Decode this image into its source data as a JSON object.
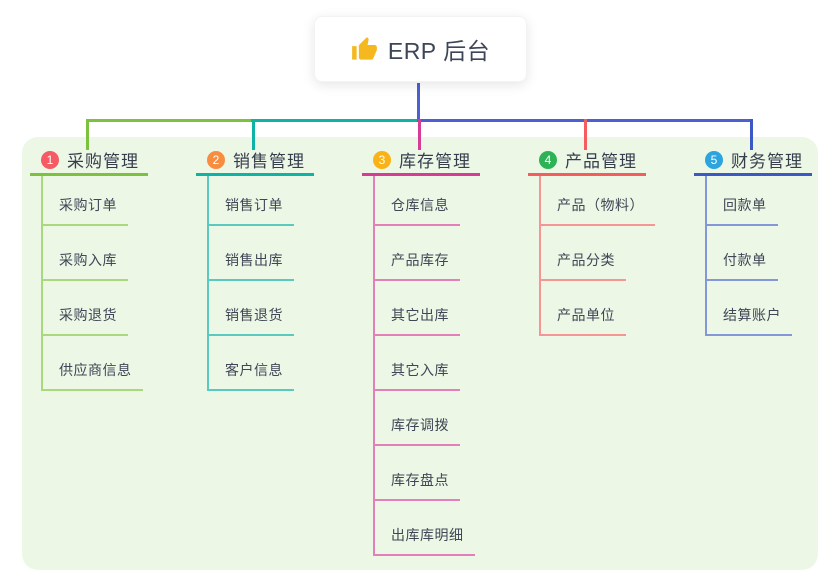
{
  "root": {
    "title": "ERP 后台",
    "icon": "thumbs-up",
    "icon_color": "#f5b81e",
    "connector_color": "#4c5fd3"
  },
  "panel_background": "#ecf7e6",
  "branches": [
    {
      "num": "1",
      "label": "采购管理",
      "badge_color": "#f65b63",
      "line_color": "#7cc23e",
      "child_line_color": "#a9d87f",
      "children": [
        "采购订单",
        "采购入库",
        "采购退货",
        "供应商信息"
      ]
    },
    {
      "num": "2",
      "label": "销售管理",
      "badge_color": "#f88d40",
      "line_color": "#0eb3a6",
      "child_line_color": "#5ac9bf",
      "children": [
        "销售订单",
        "销售出库",
        "销售退货",
        "客户信息"
      ]
    },
    {
      "num": "3",
      "label": "库存管理",
      "badge_color": "#fbb216",
      "line_color": "#d63b95",
      "child_line_color": "#e380ba",
      "children": [
        "仓库信息",
        "产品库存",
        "其它出库",
        "其它入库",
        "库存调拨",
        "库存盘点",
        "出库库明细"
      ]
    },
    {
      "num": "4",
      "label": "产品管理",
      "badge_color": "#2db355",
      "line_color": "#f45c5e",
      "child_line_color": "#f79595",
      "children": [
        "产品（物料）",
        "产品分类",
        "产品单位"
      ]
    },
    {
      "num": "5",
      "label": "财务管理",
      "badge_color": "#2ba4e0",
      "line_color": "#3c58c5",
      "child_line_color": "#8497d8",
      "children": [
        "回款单",
        "付款单",
        "结算账户"
      ]
    }
  ]
}
